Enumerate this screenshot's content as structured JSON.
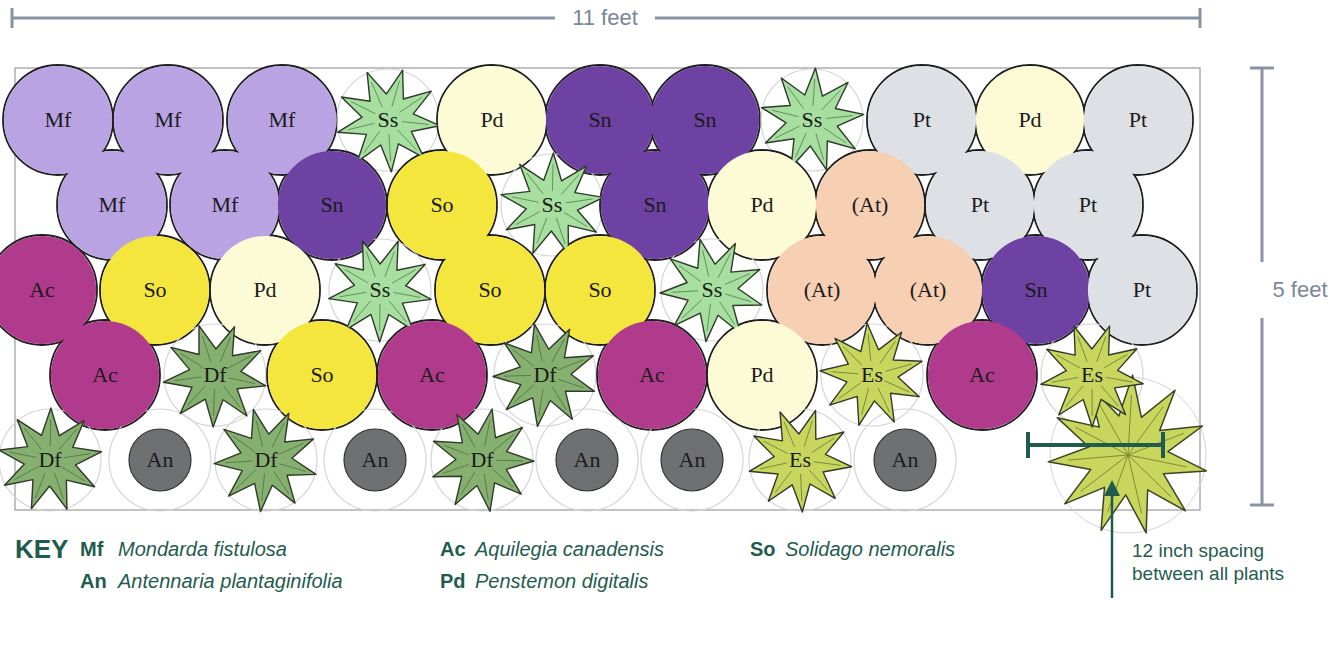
{
  "diagram": {
    "nodes": [
      {
        "text": [
          "Mf"
        ]
      },
      {
        "text": [
          "Mf"
        ]
      },
      {
        "text": [
          "Mf"
        ]
      },
      {
        "text": [
          "Ss"
        ]
      },
      {
        "text": [
          "Pd"
        ]
      },
      {
        "text": [
          "Sn"
        ]
      },
      {
        "text": [
          "Sn"
        ]
      },
      {
        "text": [
          "Ss"
        ]
      },
      {
        "text": [
          "Pt"
        ]
      },
      {
        "text": [
          "Pd"
        ]
      },
      {
        "text": [
          "Pt"
        ]
      },
      {
        "text": [
          "Mf"
        ]
      },
      {
        "text": [
          "Mf"
        ]
      },
      {
        "text": [
          "Sn"
        ]
      },
      {
        "text": [
          "So"
        ]
      },
      {
        "text": [
          "Ss"
        ]
      },
      {
        "text": [
          "Sn"
        ]
      },
      {
        "text": [
          "Pd"
        ]
      },
      {
        "text": [
          "(At)"
        ]
      },
      {
        "text": [
          "Pt"
        ]
      },
      {
        "text": [
          "Pt"
        ]
      },
      {
        "text": [
          "Ac"
        ]
      },
      {
        "text": [
          "So"
        ]
      },
      {
        "text": [
          "Pd"
        ]
      },
      {
        "text": [
          "Ss"
        ]
      },
      {
        "text": [
          "So"
        ]
      },
      {
        "text": [
          "So"
        ]
      },
      {
        "text": [
          "Ss"
        ]
      },
      {
        "text": [
          "(At)"
        ]
      },
      {
        "text": [
          "(At)"
        ]
      },
      {
        "text": [
          "Sn"
        ]
      },
      {
        "text": [
          "Pt"
        ]
      },
      {
        "text": [
          "Ac"
        ]
      },
      {
        "text": [
          "Df"
        ]
      },
      {
        "text": [
          "So"
        ]
      },
      {
        "text": [
          "Ac"
        ]
      },
      {
        "text": [
          "Df"
        ]
      },
      {
        "text": [
          "Ac"
        ]
      },
      {
        "text": [
          "Pd"
        ]
      },
      {
        "text": [
          "Es"
        ]
      },
      {
        "text": [
          "Ac"
        ]
      },
      {
        "text": [
          "Es"
        ]
      },
      {
        "text": [
          "Df"
        ]
      },
      {
        "text": [
          "An"
        ]
      },
      {
        "text": [
          "Df"
        ]
      },
      {
        "text": [
          "An"
        ]
      },
      {
        "text": [
          "Df"
        ]
      },
      {
        "text": [
          "An"
        ]
      },
      {
        "text": [
          "An"
        ]
      },
      {
        "text": [
          "Es"
        ]
      },
      {
        "text": [
          "An"
        ]
      }
    ],
    "labels": [
      "11 feet",
      "5 feet",
      "12 inch spacing between all plants",
      "KEY",
      "Mf",
      "Mondarda fistulosa",
      "Ac",
      "Aquilegia canadensis",
      "So",
      "Solidago nemoralis",
      "An",
      "Antennaria plantaginifolia",
      "Pd",
      "Penstemon digitalis"
    ]
  }
}
